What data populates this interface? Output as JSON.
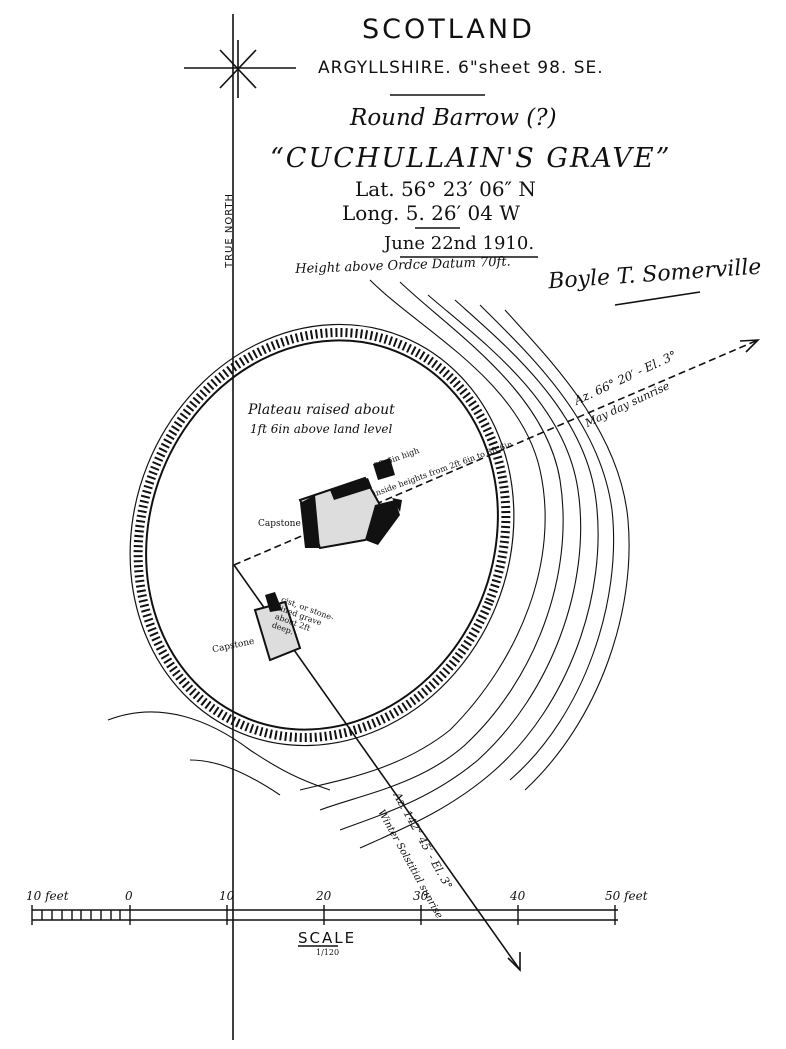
{
  "header": {
    "title": "SCOTLAND",
    "sheet": "ARGYLLSHIRE. 6\"sheet 98. SE.",
    "subtype": "Round Barrow (?)",
    "name": "“CUCHULLAIN'S GRAVE”",
    "latitude": "Lat. 56° 23′ 06″ N",
    "longitude": "Long. 5. 26′ 04 W",
    "date": "June 22nd 1910.",
    "height": "Height above Ordce Datum 70ft.",
    "signature": "Boyle T. Somerville"
  },
  "north_label": "TRUE NORTH",
  "annotations": {
    "plateau_line1": "Plateau raised about",
    "plateau_line2": "1ft 6in above land level",
    "capstone": "Capstone",
    "capstone2": "Capstone",
    "stone_height": "2ft 6in high",
    "inside_heights": "inside heights from 2ft 6in to 3ft 6in",
    "cist": "cist, or stone-lined grave about 2ft deep."
  },
  "bearings": {
    "mayday_az": "Az. 66° 20′ - El. 3°",
    "mayday_label": "May day sunrise",
    "winter_az": "Az. 142° 45′ - El. 3°",
    "winter_label": "Winter Solstitial sunrise"
  },
  "scale": {
    "title": "SCALE",
    "ratio": "1/120",
    "ticks": [
      "10 feet",
      "0",
      "10",
      "20",
      "30",
      "40",
      "50 feet"
    ]
  }
}
